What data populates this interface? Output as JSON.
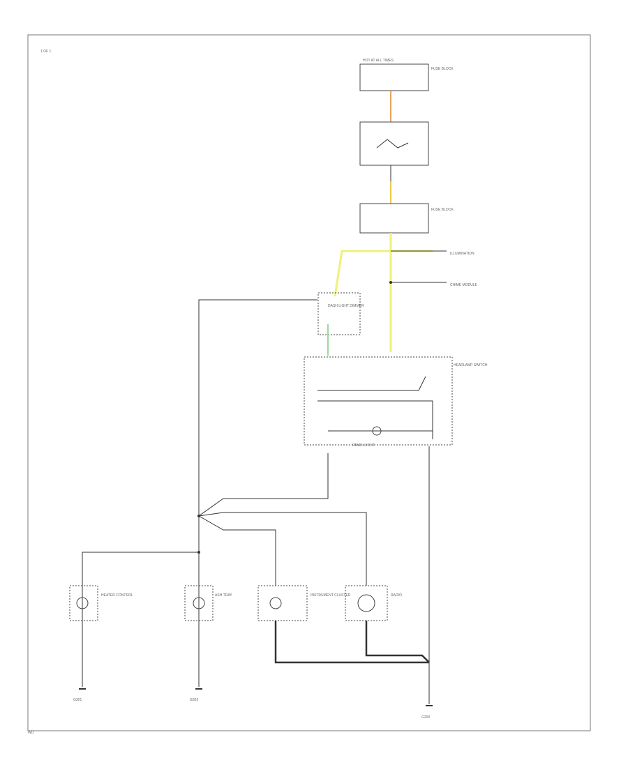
{
  "header": {
    "title": "1 OF 1"
  },
  "footer": {
    "code": "WD"
  },
  "labels": {
    "fuse_top_a": "HOT AT ALL TIMES",
    "fuse_top_b": "FUSE BLOCK",
    "fuse_mid_b": "FUSE BLOCK",
    "dimmer_desc": "DASH LIGHT DIMMER",
    "illum_to": "ILLUMINATION",
    "chime_to": "CHIME MODULE",
    "headlamp": "HEADLAMP SWITCH",
    "ground_left": "G301",
    "ground_mid": "G302",
    "ground_right": "G200",
    "heater_ctrl": "HEATER CONTROL",
    "ash_tray": "ASH TRAY",
    "instrument": "INSTRUMENT CLUSTER",
    "radio": "RADIO",
    "panel_light": "PANEL LIGHT"
  },
  "colors": {
    "orange_wire": "#e8a45c",
    "yellow_wire": "#f0f07a",
    "green_wire": "#9fd89f",
    "wire": "#333333"
  },
  "icons": [
    "lamp-icon",
    "ground-icon",
    "switch-icon"
  ]
}
